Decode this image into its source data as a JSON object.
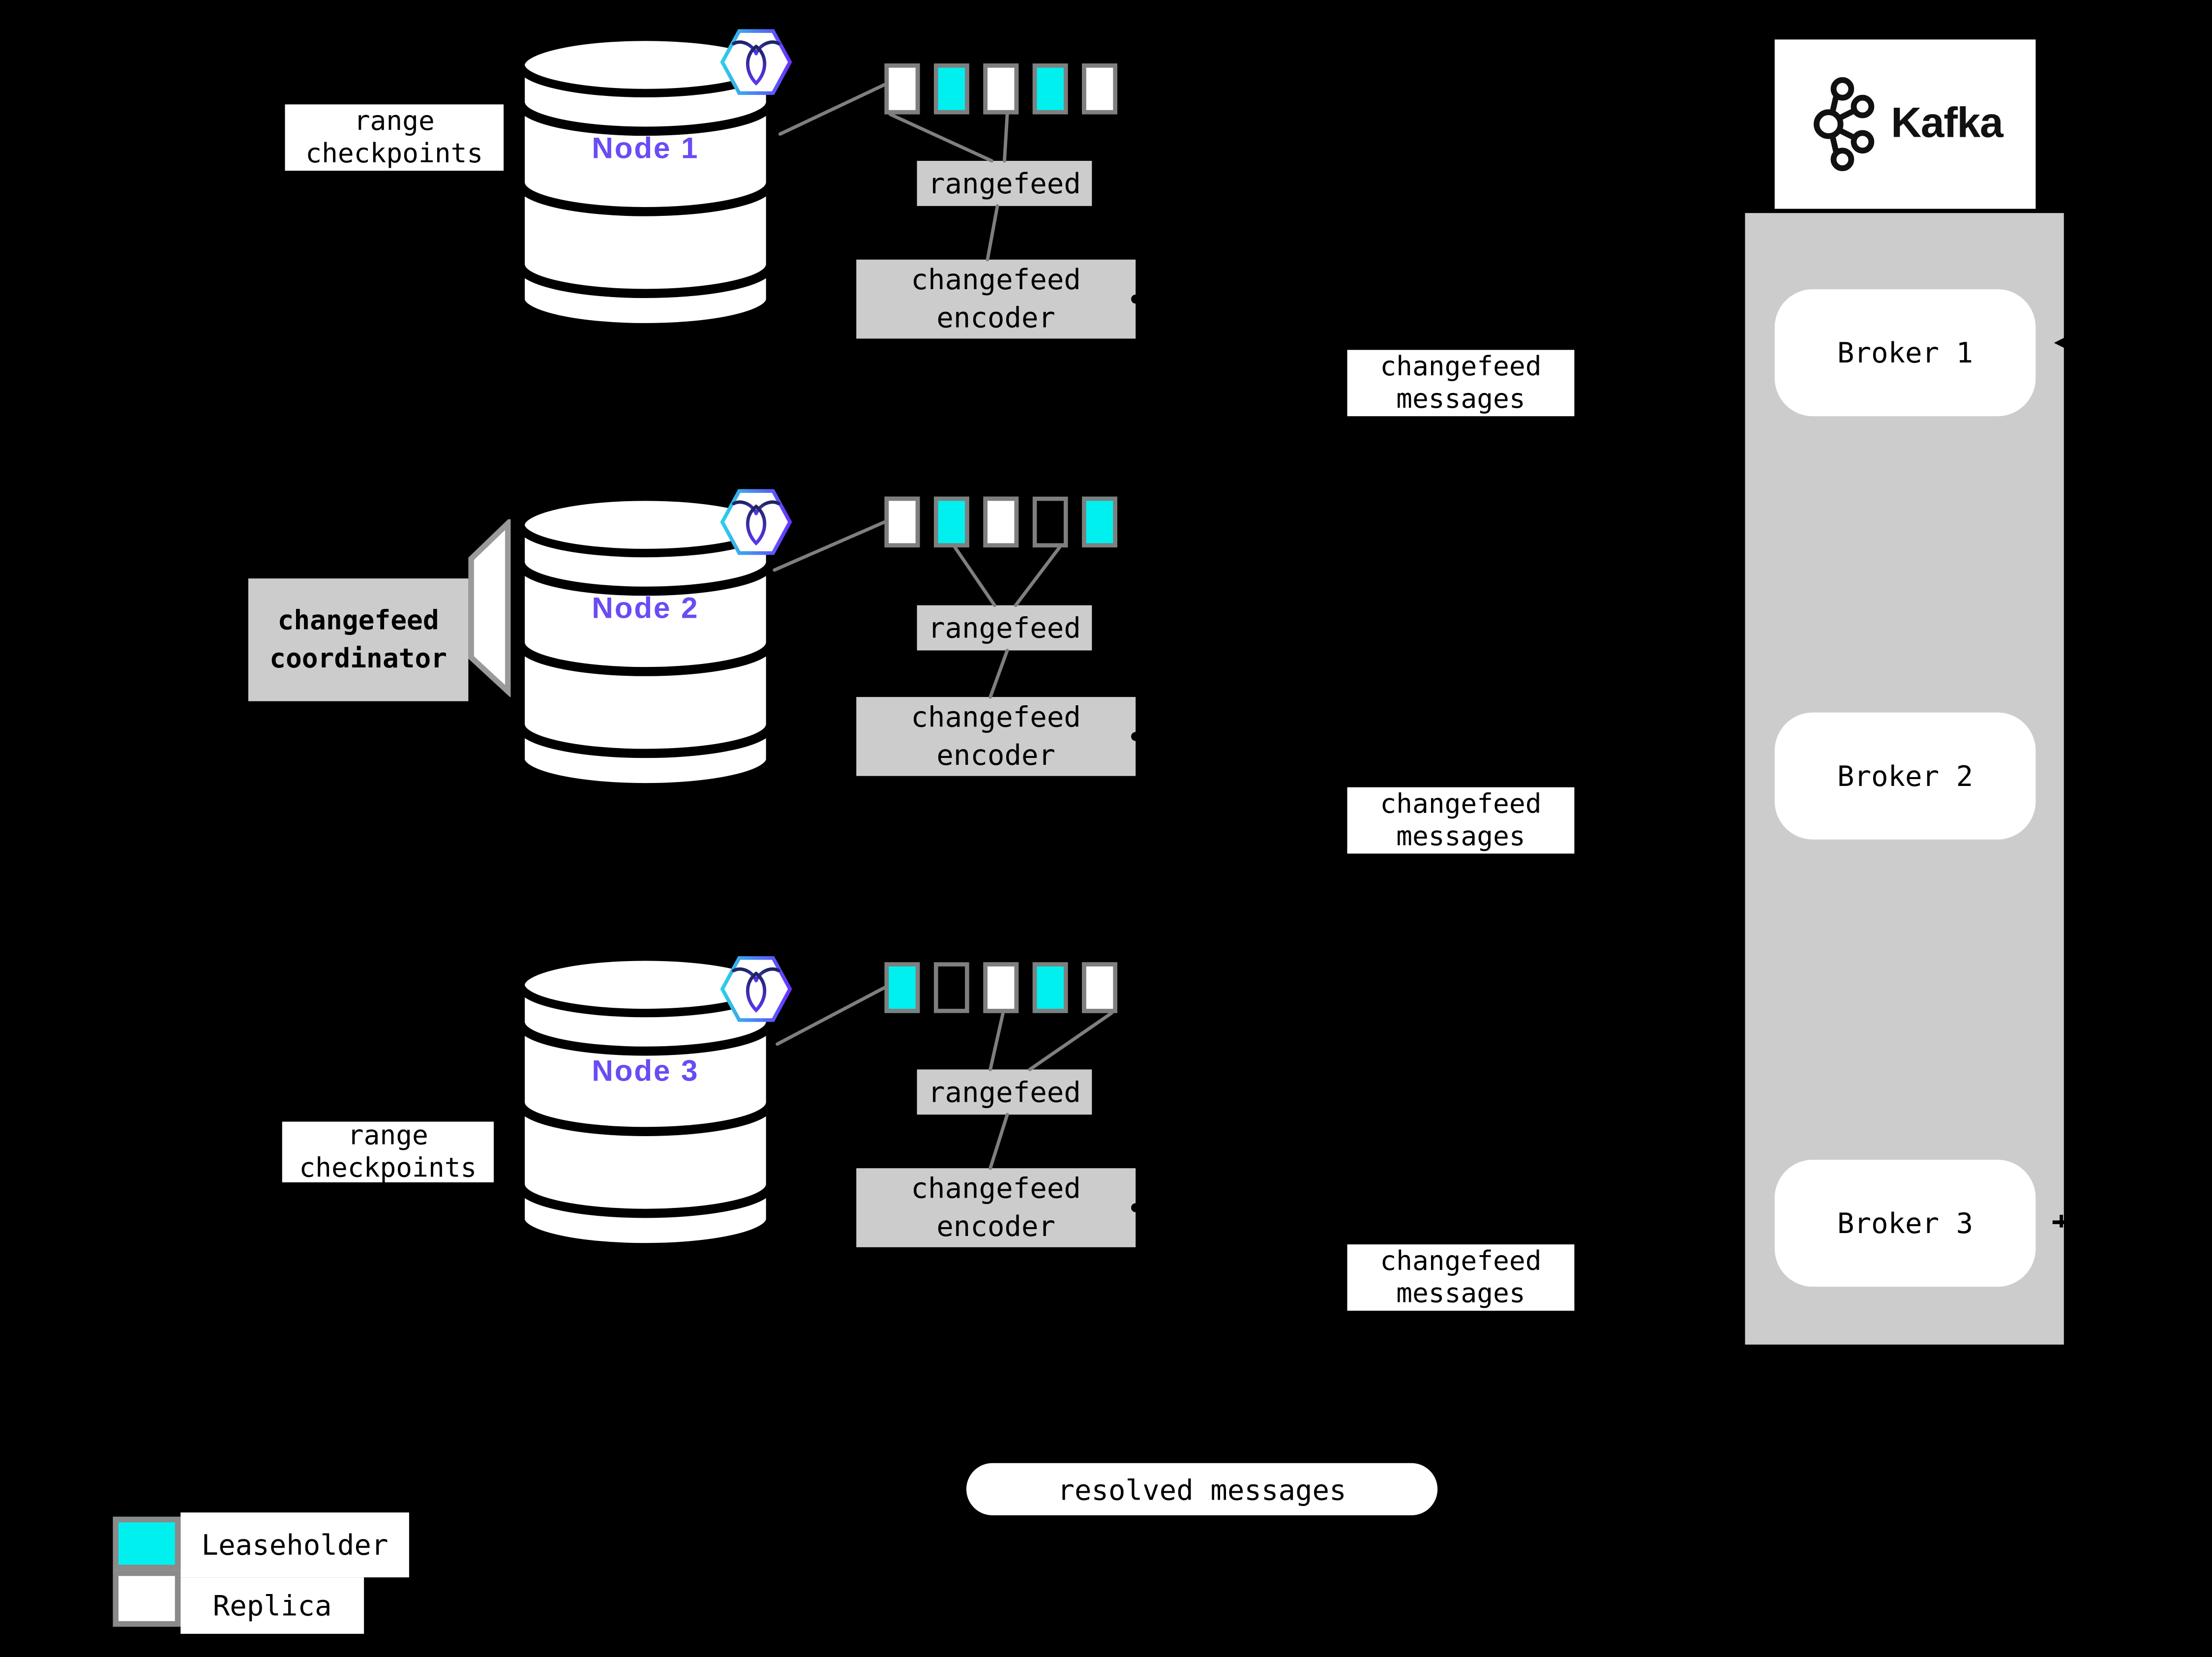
{
  "colors": {
    "background": "#000000",
    "leaseholder": "#00f0f0",
    "replica": "#ffffff",
    "panel_gray": "#cccccc",
    "line_gray": "#7f7f7f",
    "node_label_purple": "#6b4bf4",
    "cockroach_cyan": "#2bd0e8",
    "cockroach_purple": "#6933ff"
  },
  "labels": {
    "rangefeed": "rangefeed",
    "encoder_line1": "changefeed",
    "encoder_line2": "encoder",
    "messages_line1": "changefeed",
    "messages_line2": "messages",
    "checkpoint_line1": "range",
    "checkpoint_line2": "checkpoints",
    "coordinator_line1": "changefeed",
    "coordinator_line2": "coordinator",
    "resolved": "resolved messages"
  },
  "nodes": [
    {
      "label": "Node 1",
      "ranges": [
        "replica",
        "leaseholder",
        "replica",
        "leaseholder",
        "replica"
      ]
    },
    {
      "label": "Node 2",
      "ranges": [
        "replica",
        "leaseholder",
        "replica",
        "empty",
        "leaseholder"
      ]
    },
    {
      "label": "Node 3",
      "ranges": [
        "leaseholder",
        "empty",
        "replica",
        "leaseholder",
        "replica"
      ]
    }
  ],
  "kafka": {
    "title": "Kafka",
    "brokers": [
      {
        "label": "Broker 1"
      },
      {
        "label": "Broker 2"
      },
      {
        "label": "Broker 3"
      }
    ]
  },
  "legend": {
    "items": [
      {
        "label": "Leaseholder",
        "status": "leaseholder"
      },
      {
        "label": "Replica",
        "status": "replica"
      }
    ]
  }
}
